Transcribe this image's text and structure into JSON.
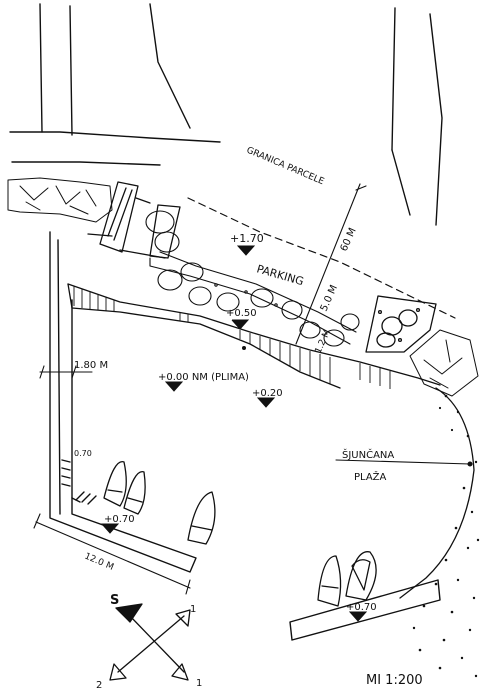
{
  "labels": {
    "granica": "GRANICA PARCELE",
    "parking": "PARKING",
    "dim_60m": "60 M",
    "dim_50m": "5.0 M",
    "dim_12m": "1.2 M",
    "elev_170": "+1.70",
    "elev_050": "+0.50",
    "elev_000": "+0.00 NM (PLIMA)",
    "elev_020": "+0.20",
    "dim_180": "1.80 M",
    "dim_070_small": "0.70",
    "elev_070_pier": "+0.70",
    "dim_12": "12.0 M",
    "sljuncana": "ŠJUNČANA",
    "plaza": "PLAŽA",
    "elev_070_right": "+0.70",
    "compass_s": "S",
    "compass_1a": "1",
    "compass_1b": "1",
    "compass_2": "2",
    "scale": "MI 1:200"
  },
  "colors": {
    "ink": "#111111",
    "paper": "#ffffff"
  }
}
